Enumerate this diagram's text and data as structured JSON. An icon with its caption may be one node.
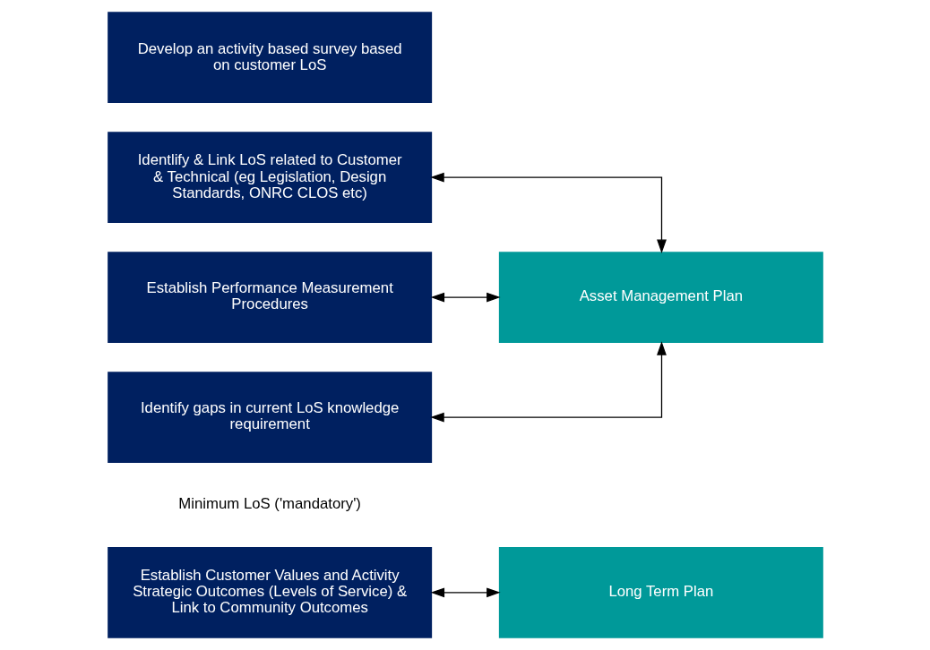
{
  "diagram": {
    "nodes": [
      {
        "text": [
          "Establish Customer Values and Activity Strategic Outcomes (Levels of Service) & Link to Community Outcomes"
        ]
      },
      {
        "text": [
          "Long Term Plan"
        ]
      },
      {
        "text": [
          "Identlify & Link LoS related to Customer & Technical (eg Legislation, Design Standards, ONRC CLOS etc)"
        ]
      },
      {
        "text": [
          "Establish Performance Measurement Procedures"
        ]
      },
      {
        "text": [
          "Asset Management Plan"
        ]
      },
      {
        "text": [
          "Identify gaps in current LoS knowledge requirement"
        ]
      },
      {
        "text": [
          "Develop an activity based survey based on customer LoS"
        ]
      }
    ],
    "edges": [
      {
        "from": 0,
        "to": 1,
        "arrow": "both"
      },
      {
        "from": 4,
        "to": 2,
        "arrow": "both"
      },
      {
        "from": 3,
        "to": 4,
        "arrow": "both"
      },
      {
        "from": 4,
        "to": 5,
        "arrow": "both"
      }
    ],
    "labels": [
      "Minimum LoS ('mandatory')"
    ]
  }
}
